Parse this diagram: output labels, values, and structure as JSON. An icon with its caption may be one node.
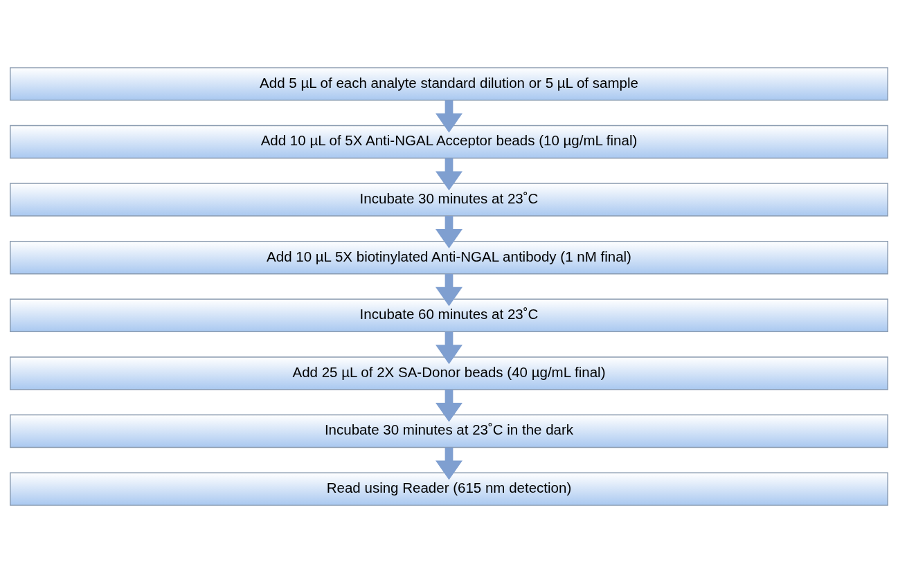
{
  "diagram": {
    "nodes": [
      {
        "text": [
          "Add 5 µL of each analyte standard dilution or 5 µL of sample"
        ]
      },
      {
        "text": [
          "Add 10 µL of 5X Anti-NGAL Acceptor beads (10 µg/mL final)"
        ]
      },
      {
        "text": [
          "Incubate 30 minutes at 23˚C"
        ]
      },
      {
        "text": [
          "Add 10 µL 5X biotinylated Anti-NGAL antibody (1 nM final)"
        ]
      },
      {
        "text": [
          "Incubate 60 minutes at 23˚C"
        ]
      },
      {
        "text": [
          "Add 25 µL of 2X SA-Donor beads (40 µg/mL final)"
        ]
      },
      {
        "text": [
          "Incubate 30 minutes at 23˚C in the dark"
        ]
      },
      {
        "text": [
          "Read using Reader (615 nm detection)"
        ]
      }
    ],
    "edges": [
      {
        "from": 0,
        "to": 1,
        "arrow": "to"
      },
      {
        "from": 1,
        "to": 2,
        "arrow": "to"
      },
      {
        "from": 2,
        "to": 3,
        "arrow": "to"
      },
      {
        "from": 3,
        "to": 4,
        "arrow": "to"
      },
      {
        "from": 4,
        "to": 5,
        "arrow": "to"
      },
      {
        "from": 5,
        "to": 6,
        "arrow": "to"
      },
      {
        "from": 6,
        "to": 7,
        "arrow": "to"
      }
    ]
  }
}
